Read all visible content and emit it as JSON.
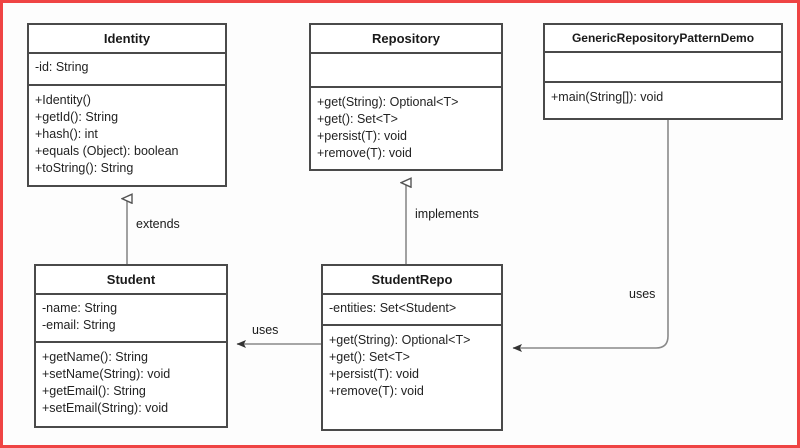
{
  "diagram": {
    "kind": "uml-class-diagram",
    "border_color": "#ef4444",
    "box_border_color": "#4a4a4a",
    "line_color": "#888888",
    "background": "#ffffff",
    "classes": [
      {
        "id": "identity",
        "name": "Identity",
        "attributes": [
          "-id: String"
        ],
        "operations": [
          "+Identity()",
          "+getId(): String",
          "+hash(): int",
          "+equals (Object): boolean",
          "+toString(): String"
        ]
      },
      {
        "id": "repository",
        "name": "Repository",
        "attributes": [],
        "operations": [
          "+get(String): Optional<T>",
          "+get(): Set<T>",
          "+persist(T): void",
          "+remove(T): void"
        ]
      },
      {
        "id": "demo",
        "name": "GenericRepositoryPatternDemo",
        "attributes": [],
        "operations": [
          "+main(String[]): void"
        ]
      },
      {
        "id": "student",
        "name": "Student",
        "attributes": [
          "-name: String",
          "-email: String"
        ],
        "operations": [
          "+getName(): String",
          "+setName(String): void",
          "+getEmail(): String",
          "+setEmail(String): void"
        ]
      },
      {
        "id": "studentrepo",
        "name": "StudentRepo",
        "attributes": [
          "-entities: Set<Student>"
        ],
        "operations": [
          "+get(String): Optional<T>",
          "+get(): Set<T>",
          "+persist(T): void",
          "+remove(T): void"
        ]
      }
    ],
    "relationships": [
      {
        "id": "student-extends-identity",
        "label": "extends",
        "from": "Student",
        "to": "Identity",
        "arrow": "hollow-triangle"
      },
      {
        "id": "studentrepo-implements-repository",
        "label": "implements",
        "from": "StudentRepo",
        "to": "Repository",
        "arrow": "hollow-triangle"
      },
      {
        "id": "studentrepo-uses-student",
        "label": "uses",
        "from": "StudentRepo",
        "to": "Student",
        "arrow": "solid-arrow"
      },
      {
        "id": "demo-uses-studentrepo",
        "label": "uses",
        "from": "GenericRepositoryPatternDemo",
        "to": "StudentRepo",
        "arrow": "solid-arrow"
      }
    ]
  }
}
